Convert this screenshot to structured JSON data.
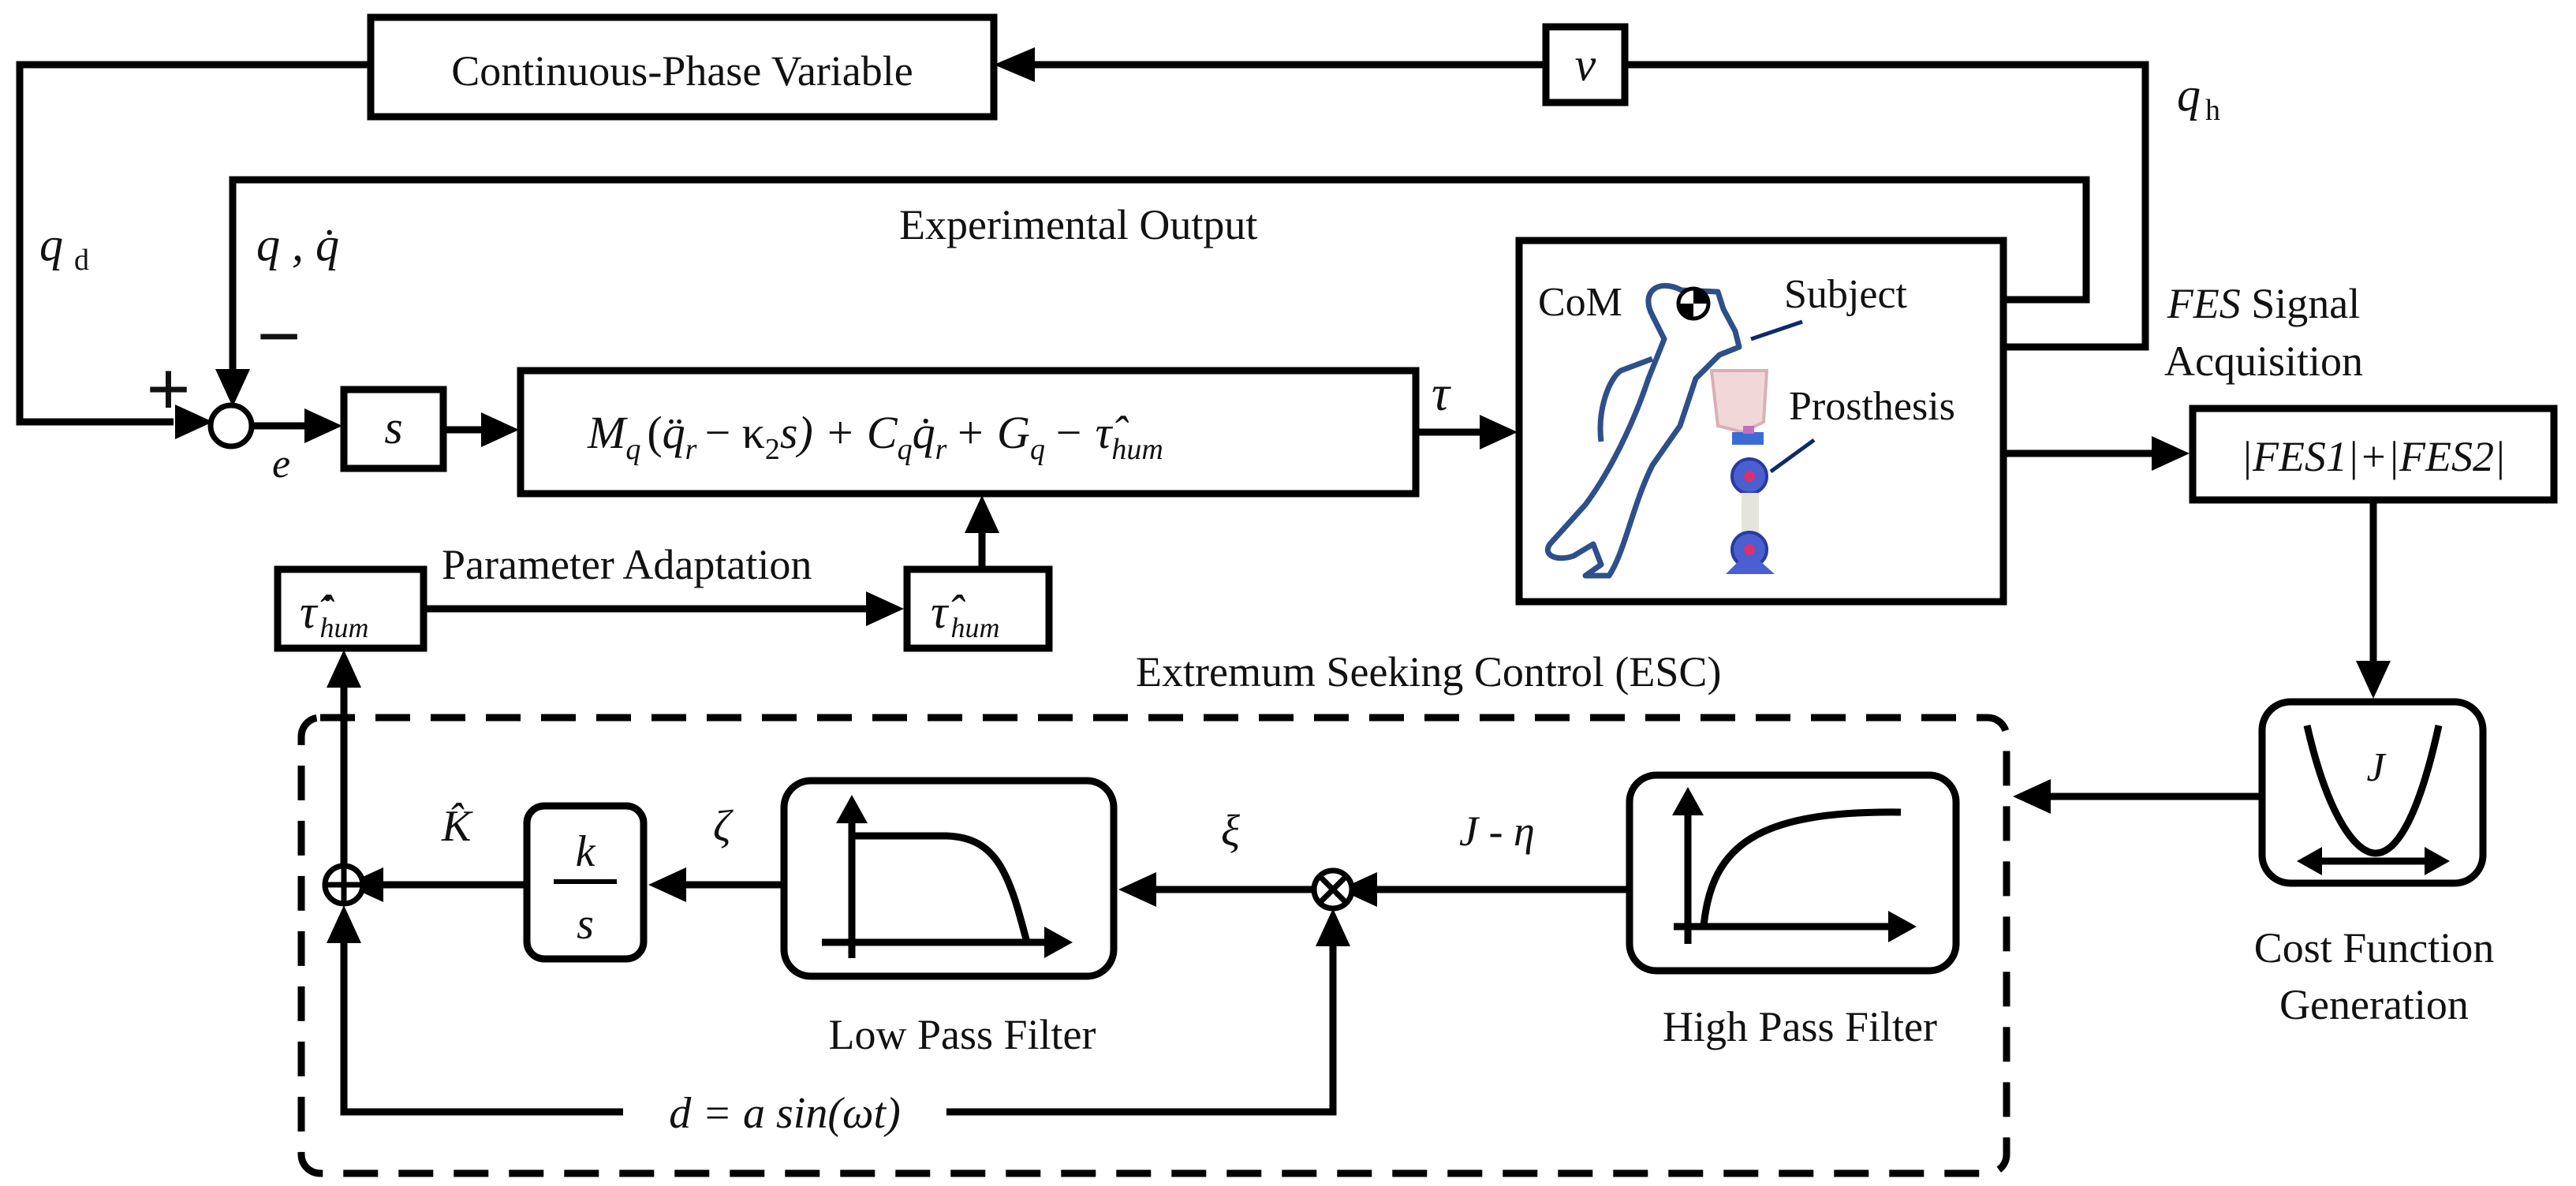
{
  "blocks": {
    "phase_variable": "Continuous-Phase Variable",
    "nu": "ν",
    "s": "s",
    "controller": {
      "M": "M",
      "q_sub": "q",
      "lp": "(",
      "qddr": "q̈",
      "r": "r",
      "minus_kappa": "− κ",
      "two": "2",
      "s_close": "s) + C",
      "qdot": "q̇",
      "r2": "r",
      "plus_G": "+ G",
      "q3": "q",
      "minus_tau": "− τ̂",
      "hum": "hum"
    },
    "tau_hat": {
      "sym": "τ̂",
      "sub": "hum"
    },
    "tau_hat_dot": {
      "sym": "τ̂̇",
      "sub": "hum"
    },
    "fes_sum": "|FES1|+|FES2|",
    "k_over_s": {
      "num": "k",
      "den": "s"
    },
    "J": "J"
  },
  "labels": {
    "q_d": "q",
    "q_d_sub": "d",
    "q_h": "q",
    "q_h_sub": "h",
    "q_qdot": "q , q̇",
    "plus": "+",
    "minus": "−",
    "e": "e",
    "tau": "τ",
    "experimental_output": "Experimental Output",
    "parameter_adaptation": "Parameter Adaptation",
    "com": "CoM",
    "subject": "Subject",
    "prosthesis": "Prosthesis",
    "fes_signal_1": "FES",
    "fes_signal_1b": " Signal",
    "fes_signal_2": "Acquisition",
    "esc_title": "Extremum Seeking Control (ESC)",
    "cost_function_1": "Cost Function",
    "cost_function_2": "Generation",
    "high_pass": "High Pass Filter",
    "low_pass": "Low Pass Filter",
    "J_minus_eta": "J - η",
    "xi": "ξ",
    "zeta": "ζ",
    "K_hat": "K̂",
    "dither": "d = a sin(ωt)"
  }
}
